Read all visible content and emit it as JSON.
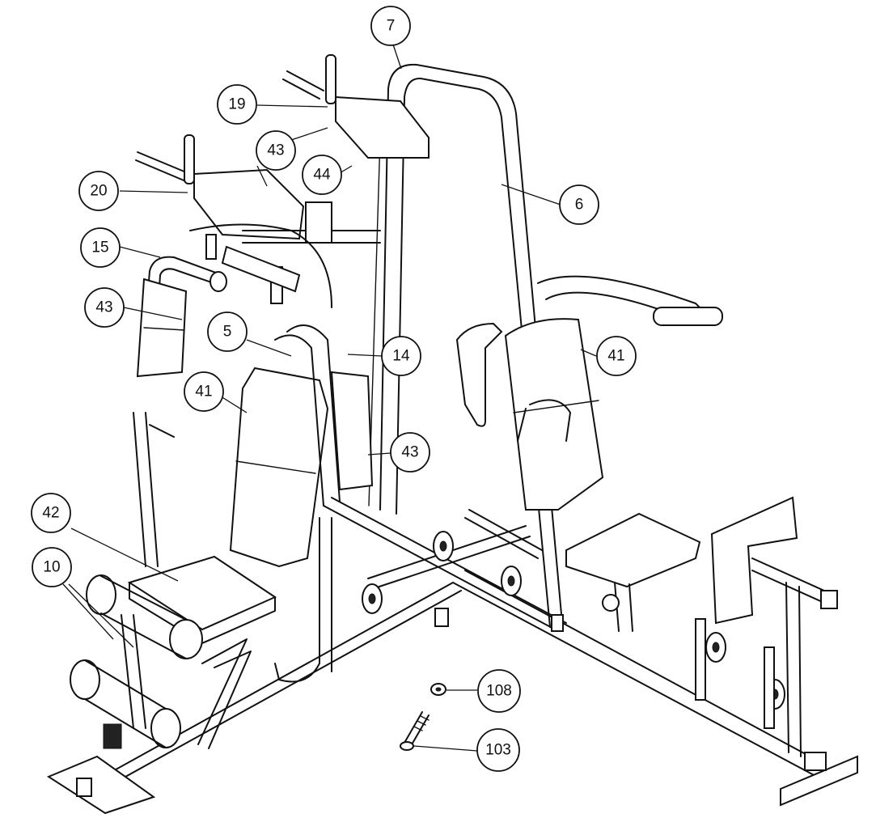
{
  "callouts": [
    {
      "id": "callout-7",
      "label": "7"
    },
    {
      "id": "callout-19",
      "label": "19"
    },
    {
      "id": "callout-43a",
      "label": "43"
    },
    {
      "id": "callout-44",
      "label": "44"
    },
    {
      "id": "callout-20",
      "label": "20"
    },
    {
      "id": "callout-6",
      "label": "6"
    },
    {
      "id": "callout-15",
      "label": "15"
    },
    {
      "id": "callout-43b",
      "label": "43"
    },
    {
      "id": "callout-5",
      "label": "5"
    },
    {
      "id": "callout-14",
      "label": "14"
    },
    {
      "id": "callout-41a",
      "label": "41"
    },
    {
      "id": "callout-41b",
      "label": "41"
    },
    {
      "id": "callout-43c",
      "label": "43"
    },
    {
      "id": "callout-42",
      "label": "42"
    },
    {
      "id": "callout-10",
      "label": "10"
    },
    {
      "id": "callout-108",
      "label": "108"
    },
    {
      "id": "callout-103",
      "label": "103"
    }
  ]
}
